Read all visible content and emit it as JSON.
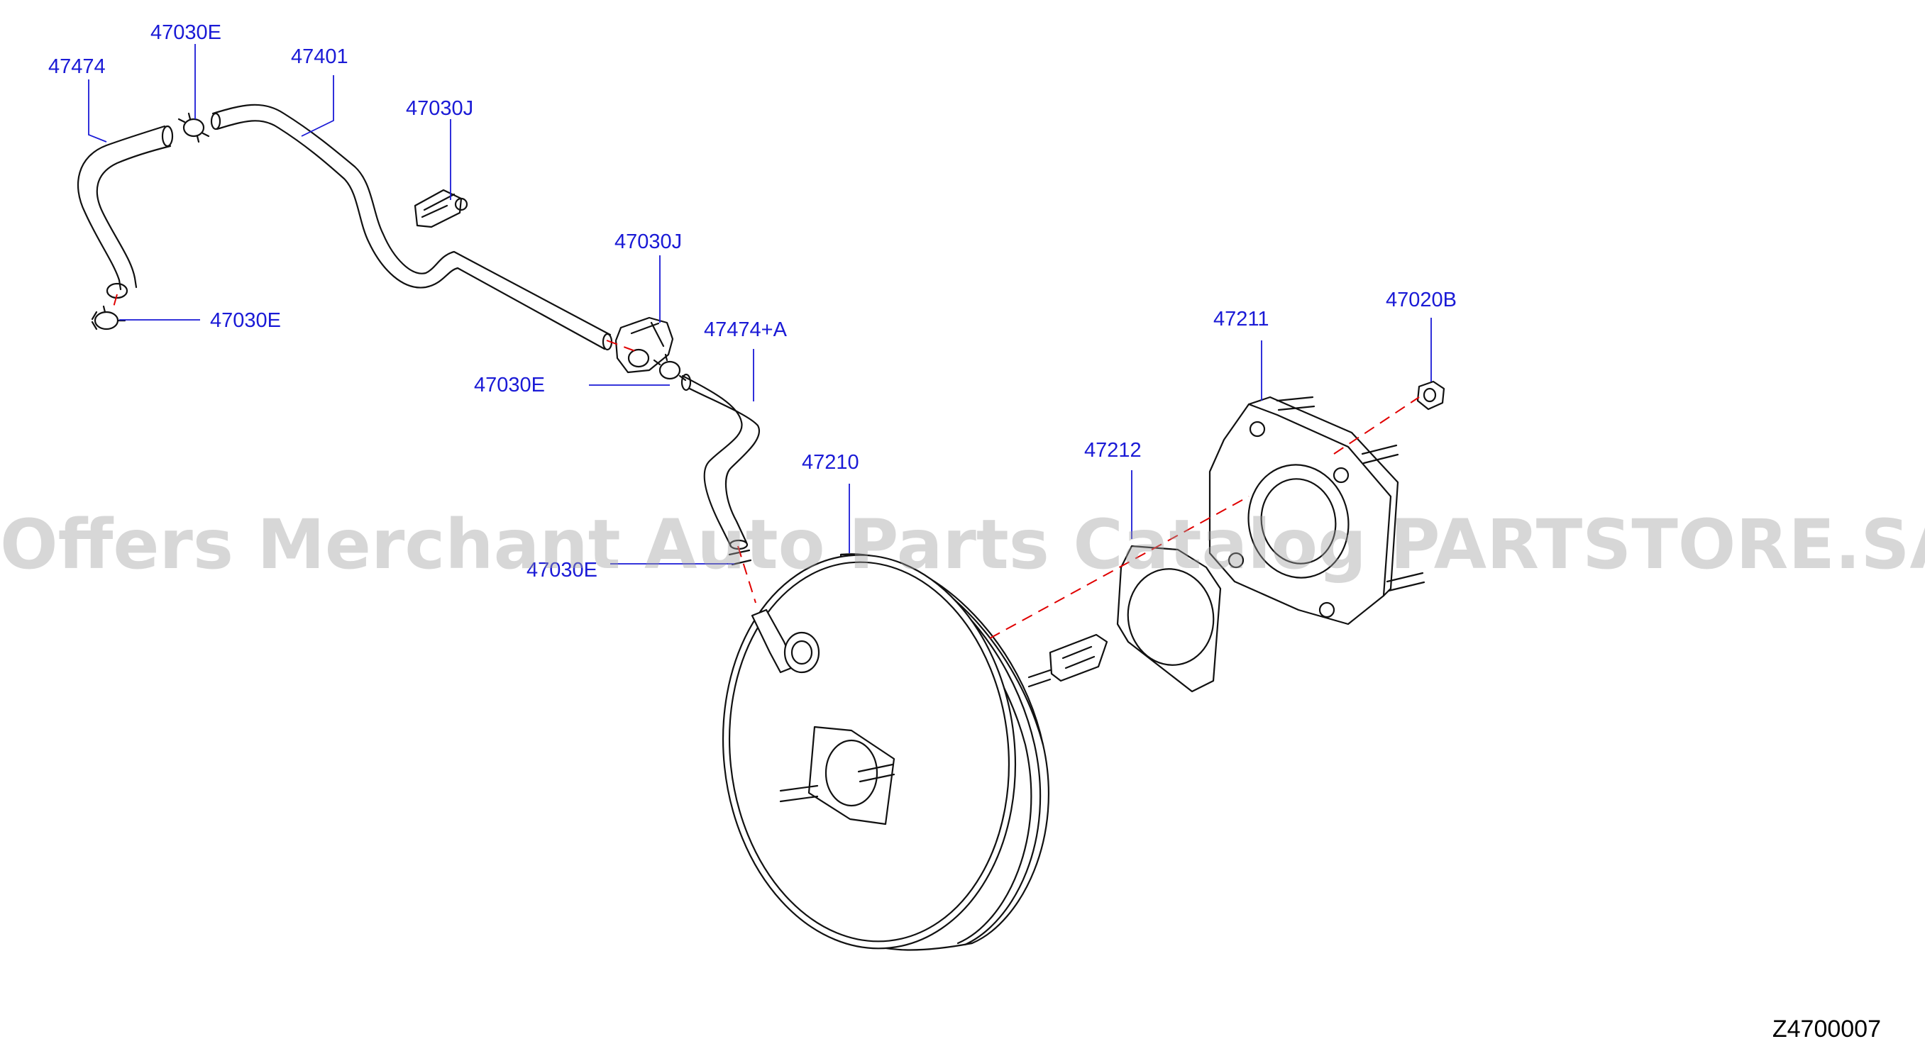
{
  "labels": {
    "p47474": "47474",
    "p47030E_top": "47030E",
    "p47401": "47401",
    "p47030J_top": "47030J",
    "p47030E_left": "47030E",
    "p47030J_mid": "47030J",
    "p47474A": "47474+A",
    "p47030E_mid": "47030E",
    "p47030E_low": "47030E",
    "p47210": "47210",
    "p47212": "47212",
    "p47211": "47211",
    "p47020B": "47020B"
  },
  "watermark": "Offers Merchant Auto Parts Catalog PARTSTORE.SA",
  "diagram_code": "Z4700007",
  "colors": {
    "label": "#1a1ad6",
    "leader": "#1a1ad6",
    "axis": "#e00000",
    "outline": "#111111"
  }
}
